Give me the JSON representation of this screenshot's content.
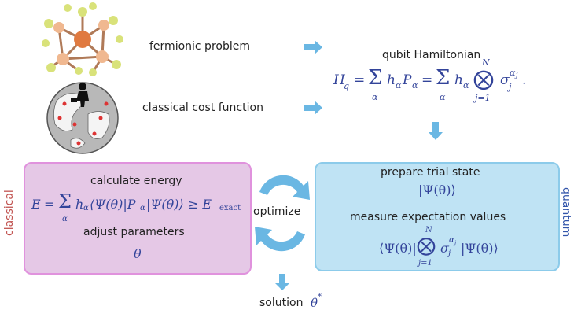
{
  "problems": {
    "fermionic": "fermionic problem",
    "classical_cost": "classical cost function"
  },
  "hamiltonian": {
    "title": "qubit Hamiltonian",
    "formula_lhs": "H",
    "formula_lhs_sub": "q",
    "eq1": "=",
    "sum1_sub": "α",
    "term1": "h",
    "term1_sub": "α",
    "term1b": "P",
    "term1b_sub": "α",
    "eq2": "=",
    "sum2_sub": "α",
    "term2": "h",
    "term2_sub": "α",
    "tensor_top": "N",
    "tensor_bottom": "j=1",
    "sigma": "σ",
    "sigma_sub": "j",
    "sigma_sup": "α",
    "sigma_sup_sub": "j",
    "period": "."
  },
  "classical": {
    "side_label": "classical",
    "calc_label": "calculate energy",
    "energy_lhs": "E",
    "energy_eq": "=",
    "energy_sum_sub": "α",
    "energy_body": "h",
    "energy_body_sub": "α",
    "energy_bracket": "⟨Ψ(θ)|P",
    "energy_bracket_sub": "α",
    "energy_bracket_end": "|Ψ(θ)⟩ ≥ E",
    "energy_exact": "exact",
    "adjust_label": "adjust parameters",
    "theta": "θ"
  },
  "quantum": {
    "side_label": "quantum",
    "prepare_label": "prepare trial state",
    "trial_state": "|Ψ(θ)⟩",
    "measure_label": "measure expectation values",
    "exp_left": "⟨Ψ(θ)|",
    "tensor_top": "N",
    "tensor_bottom": "j=1",
    "sigma": "σ",
    "sigma_sub": "j",
    "sigma_sup": "α",
    "sigma_sup_sub": "j",
    "exp_right": "|Ψ(θ)⟩"
  },
  "optimize_label": "optimize",
  "solution": {
    "label": "solution",
    "theta": "θ",
    "star": "*"
  },
  "colors": {
    "arrow": "#6ab7e3",
    "classical_fill": "#e5c8e6",
    "classical_border": "#e092dd",
    "classical_text": "#c0504d",
    "quantum_fill": "#bfe3f4",
    "quantum_border": "#8ccbea",
    "quantum_text": "#3355aa",
    "math": "#33449a"
  },
  "icons": [
    "molecule-icon",
    "globe-salesman-icon",
    "optimize-cycle-icon"
  ]
}
